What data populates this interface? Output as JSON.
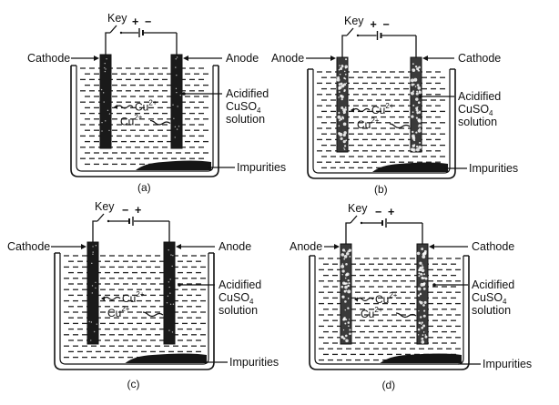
{
  "title": "Electrolytic refining of copper — four setups",
  "colors": {
    "ink": "#111111",
    "background": "#ffffff",
    "electrode_dark": "#1a1a1a",
    "electrode_speckled": "#3a3a3a"
  },
  "panels": [
    {
      "id": "a",
      "caption": "(a)",
      "key_label": "Key",
      "battery_signs": [
        "+",
        "−"
      ],
      "left_electrode": {
        "label": "Cathode",
        "style": "dark"
      },
      "right_electrode": {
        "label": "Anode",
        "style": "dark"
      },
      "solution_label": [
        "Acidified",
        "CuSO",
        "4",
        "solution"
      ],
      "impurities_label": "Impurities",
      "ion_top": "Cu",
      "ion_top_charge": "2+",
      "ion_bottom": "Cu",
      "ion_bottom_charge": "2+"
    },
    {
      "id": "b",
      "caption": "(b)",
      "key_label": "Key",
      "battery_signs": [
        "+",
        "−"
      ],
      "left_electrode": {
        "label": "Anode",
        "style": "speckled"
      },
      "right_electrode": {
        "label": "Cathode",
        "style": "speckled"
      },
      "solution_label": [
        "Acidified",
        "CuSO",
        "4",
        "solution"
      ],
      "impurities_label": "Impurities",
      "ion_top": "Cu",
      "ion_top_charge": "2+",
      "ion_bottom": "Cu",
      "ion_bottom_charge": "2+"
    },
    {
      "id": "c",
      "caption": "(c)",
      "key_label": "Key",
      "battery_signs": [
        "−",
        "+"
      ],
      "left_electrode": {
        "label": "Cathode",
        "style": "dark"
      },
      "right_electrode": {
        "label": "Anode",
        "style": "dark"
      },
      "solution_label": [
        "Acidified",
        "CuSO",
        "4",
        "solution"
      ],
      "impurities_label": "Impurities",
      "ion_top": "Cu",
      "ion_top_charge": "2+",
      "ion_bottom": "Cu",
      "ion_bottom_charge": "2+"
    },
    {
      "id": "d",
      "caption": "(d)",
      "key_label": "Key",
      "battery_signs": [
        "−",
        "+"
      ],
      "left_electrode": {
        "label": "Anode",
        "style": "speckled"
      },
      "right_electrode": {
        "label": "Cathode",
        "style": "speckled"
      },
      "solution_label": [
        "Acidified",
        "CuSO",
        "4",
        "solution"
      ],
      "impurities_label": "Impurities",
      "ion_top": "Cu",
      "ion_top_charge": "2+",
      "ion_bottom": "Cu",
      "ion_bottom_charge": "2+"
    }
  ]
}
